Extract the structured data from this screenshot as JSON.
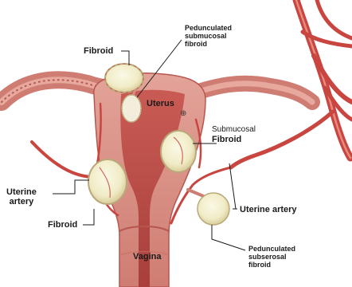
{
  "labels": {
    "fibroid_top": "Fibroid",
    "pedunculated_submucosal": [
      "Pedunculated",
      "submucosal",
      "fibroid"
    ],
    "uterus": "Uterus",
    "submucosal": [
      "Submucosal",
      "Fibroid"
    ],
    "uterine_artery_left": [
      "Uterine",
      "artery"
    ],
    "fibroid_bottom": "Fibroid",
    "uterine_artery_right": "Uterine artery",
    "vagina": "Vagina",
    "pedunculated_subserosal": [
      "Pedunculated",
      "subserosal",
      "fibroid"
    ]
  },
  "colors": {
    "background": "#ffffff",
    "uterus_wall": "#d98b80",
    "uterus_shadow": "#b7564f",
    "cavity": "#c0504d",
    "artery": "#c8463f",
    "artery_highlight": "#e98a80",
    "fibroid_fill": "#f2efcf",
    "fibroid_edge": "#b9a87a",
    "leader_line": "#1a1a1a"
  }
}
